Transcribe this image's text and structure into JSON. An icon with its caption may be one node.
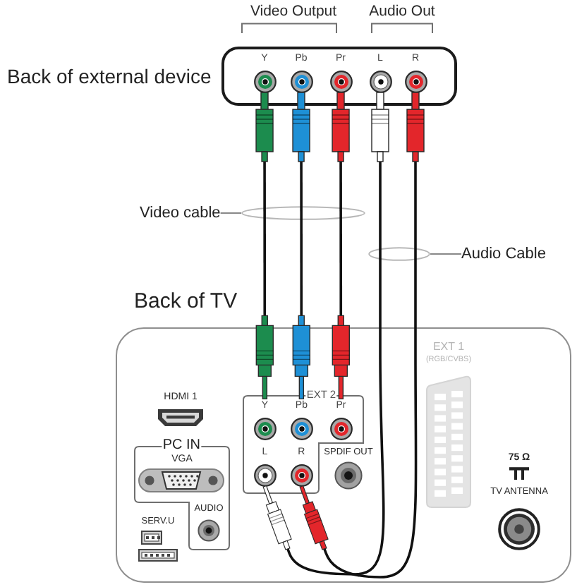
{
  "diagram": {
    "nodes": [
      {
        "text": [
          "Back of external device"
        ]
      },
      {
        "text": [
          "Y"
        ],
        "in": 0
      },
      {
        "text": [
          "Pb"
        ],
        "in": 0
      },
      {
        "text": [
          "Pr"
        ],
        "in": 0
      },
      {
        "text": [
          "L"
        ],
        "in": 0
      },
      {
        "text": [
          "R"
        ],
        "in": 0
      },
      {
        "text": [
          "Video cable"
        ]
      },
      {
        "text": [],
        "shape": "ellipse"
      },
      {
        "text": [
          "Audio Cable"
        ]
      },
      {
        "text": [],
        "shape": "ellipse"
      },
      {
        "text": [
          "Back of TV"
        ]
      },
      {
        "text": [
          "EXT 2"
        ],
        "in": 10
      },
      {
        "text": [
          "Y"
        ],
        "in": 11
      },
      {
        "text": [
          "Pb"
        ],
        "in": 11
      },
      {
        "text": [
          "Pr"
        ],
        "in": 11
      },
      {
        "text": [
          "L"
        ],
        "in": 11
      },
      {
        "text": [
          "R"
        ],
        "in": 11
      },
      {
        "text": [
          "PC IN"
        ],
        "in": 10
      }
    ],
    "edges": [
      {
        "from": 1,
        "to": 12,
        "arrow": "other"
      },
      {
        "from": 2,
        "to": 13,
        "arrow": "other"
      },
      {
        "from": 3,
        "to": 14,
        "arrow": "other"
      },
      {
        "from": 4,
        "to": 15,
        "arrow": "other"
      },
      {
        "from": 5,
        "to": 16,
        "arrow": "other"
      },
      {
        "from": 6,
        "to": 7,
        "arrow": "none",
        "color": "#888888"
      },
      {
        "from": 8,
        "to": 9,
        "arrow": "none",
        "color": "#888888"
      }
    ],
    "labels": [
      "Video Output",
      "Audio Out",
      "EXT 1",
      "(RGB/CVBS)",
      "HDMI 1",
      "SPDIF OUT",
      "VGA",
      "75 Ω",
      "TV ANTENNA",
      "AUDIO",
      "SERV.U"
    ]
  }
}
